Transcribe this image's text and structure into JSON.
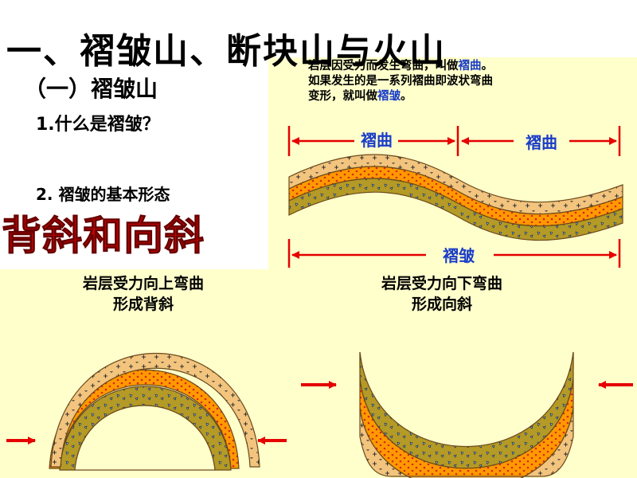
{
  "heading": {
    "main_title": "一、褶皱山、断块山与火山",
    "subtitle": "（一）褶皱山",
    "question1": "1.什么是褶皱？",
    "question2": "2. 褶皱的基本形态",
    "emphasis": "背斜和向斜"
  },
  "definition": {
    "line1_pre": "岩层因受力而发生弯曲，叫做",
    "line1_term": "褶曲",
    "line1_post": "。",
    "line2": "如果发生的是一系列褶曲即波状弯曲",
    "line3_pre": "变形，就叫做",
    "line3_term": "褶皱",
    "line3_post": "。"
  },
  "top_diagram": {
    "label_left": "褶曲",
    "label_right": "褶曲",
    "label_bottom": "褶皱"
  },
  "anticline": {
    "caption_line1": "岩层受力向上弯曲",
    "caption_line2": "形成背斜"
  },
  "syncline": {
    "caption_line1": "岩层受力向下弯曲",
    "caption_line2": "形成向斜"
  },
  "colors": {
    "panel_bg": "#ffffcc",
    "layer_top": "#f2c47e",
    "layer_mid": "#ff9900",
    "layer_bottom": "#b49a26",
    "outline": "#6b4a1a",
    "arrow": "#e60000",
    "label_blue": "#1a3cc8",
    "emphasis_red": "#cc0000"
  }
}
